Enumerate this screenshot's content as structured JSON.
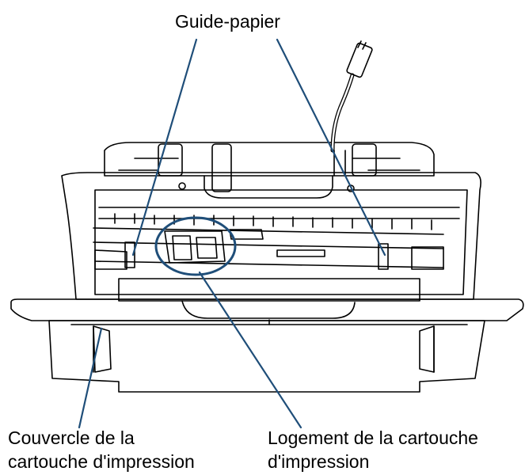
{
  "labels": {
    "paper_guide": "Guide-papier",
    "cartridge_cover_line1": "Couvercle de la",
    "cartridge_cover_line2": "cartouche d'impression",
    "cartridge_slot_line1": "Logement de la cartouche",
    "cartridge_slot_line2": "d'impression"
  },
  "colors": {
    "line": "#000000",
    "leader": "#1f4e79",
    "background": "#ffffff"
  }
}
